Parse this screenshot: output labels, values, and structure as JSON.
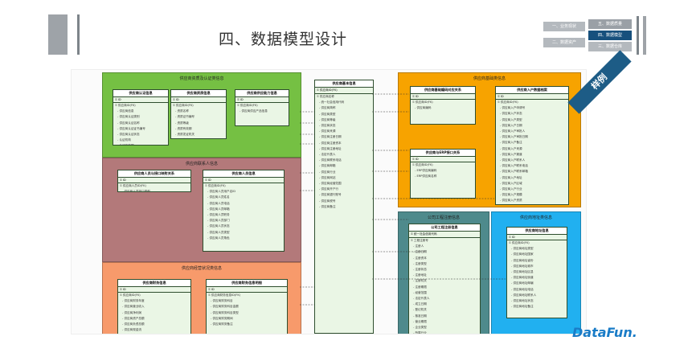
{
  "header": {
    "title": "四、数据模型设计",
    "nav": [
      {
        "label": "一、业务现状",
        "bg": "#b4b9be"
      },
      {
        "label": "二、数据资产",
        "bg": "#b4b9be"
      },
      {
        "label": "五、数据质量",
        "bg": "#9aa0a6"
      },
      {
        "label": "四、数据模型",
        "bg": "#17507d"
      },
      {
        "label": "三、数据仓库",
        "bg": "#b4b9be"
      }
    ]
  },
  "badge": "样例",
  "logo": "DataFun.",
  "diagram": {
    "groups": [
      {
        "title": "供应商资质及认证类信息",
        "color": "#75c043",
        "entities": [
          {
            "title": "供应商认证信息",
            "pk": "ID",
            "fields": [
              "供应商ID(FK)",
              "供应商信息",
              "供应商认证类别",
              "供应商认证名称",
              "供应商认证证书编号",
              "供应商认证状态",
              "认证机构",
              "认证有效期"
            ]
          },
          {
            "title": "供应商资质信息",
            "pk": "ID",
            "fields": [
              "供应商ID(FK)",
              "资质名称",
              "资质证书编号",
              "资质等级",
              "资质有效期",
              "资质发证机关",
              "资质状态"
            ]
          },
          {
            "title": "供应商供应能力信息",
            "pk": "ID",
            "fields": [
              "供应商ID(FK)",
              "供应商供应产品信息"
            ]
          }
        ]
      },
      {
        "title": "供应商联系人信息",
        "color": "#b3797a",
        "entities": [
          {
            "title": "供应商人员与接口映射关系",
            "pk": "ID",
            "fields": [
              "供应商人员ID(FK)",
              "供应商人员接口类型"
            ]
          },
          {
            "title": "供应商人员信息",
            "pk": "ID",
            "fields": [
              "供应商ID(FK)",
              "供应商人员用户名ID",
              "供应商人员姓名",
              "供应商人员电话",
              "供应商人员邮箱",
              "供应商人员职务",
              "供应商人员部门",
              "供应商人员状态",
              "供应商人员类型",
              "供应商人员角色"
            ]
          }
        ]
      },
      {
        "title": "供应商经营状况类信息",
        "color": "#f79a6b",
        "entities": [
          {
            "title": "供应商财务信息",
            "pk": "ID",
            "fields": [
              "供应商ID(FK)",
              "供应商财务年度",
              "供应商营业收入",
              "供应商净利润",
              "供应商资产总额",
              "供应商负债总额",
              "供应商现金流",
              "供应商纳税额"
            ]
          },
          {
            "title": "供应商财务信息明细",
            "pk": "ID",
            "fields": [
              "供应商财务信息ID(FK)",
              "供应商财务科目",
              "供应商财务科目金额",
              "供应商财务科目类型",
              "供应商财务期间",
              "供应商财务备注"
            ]
          }
        ]
      },
      {
        "title": "供应商基础类信息",
        "color": "#f7a300",
        "entities": [
          {
            "title": "供应商基础编码对应关系",
            "pk": "ID",
            "fields": [
              "供应商ID(FK)",
              "供应商编码"
            ]
          },
          {
            "title": "供应商入户数据档案",
            "pk": "ID",
            "fields": [
              "供应商ID(FK)",
              "供应商入户申请号",
              "供应商入户状态",
              "供应商入户类型",
              "供应商入户日期",
              "供应商入户审批人",
              "供应商入户审批日期",
              "供应商入户备注",
              "供应商入户来源",
              "供应商入户渠道",
              "供应商入户联系人",
              "供应商入户联系电话",
              "供应商入户联系邮箱",
              "供应商入户地址",
              "供应商入户区域",
              "供应商入户行业",
              "供应商入户规模",
              "供应商入户资质",
              "供应商入户等级",
              "供应商入户评分",
              "供应商入户结果"
            ]
          },
          {
            "title": "供应商与ERP接口关系",
            "pk": "ID",
            "fields": [
              "供应商ID(FK)",
              "ERP供应商编码",
              "ERP供应商名称"
            ]
          }
        ]
      },
      {
        "title": "公司工程注册信息",
        "color": "#4e8a8c",
        "entities": [
          {
            "title": "公司工程注册信息",
            "pk": "统一社会信用代码",
            "fields": [
              "工程注册号",
              "注册人",
              "注册日期",
              "注册资本",
              "注册类型",
              "注册状态",
              "注册地址",
              "注册机关",
              "注册期限",
              "经营范围",
              "法定代表人",
              "成立日期",
              "登记机关",
              "核准日期",
              "营业期限",
              "企业类型",
              "所属行业"
            ]
          }
        ]
      },
      {
        "title": "供应商地址类信息",
        "color": "#21b0f0",
        "entities": [
          {
            "title": "供应商地址信息",
            "pk": "ID",
            "fields": [
              "供应商ID(FK)",
              "供应商地址类型",
              "供应商地址国家",
              "供应商地址省份",
              "供应商地址城市",
              "供应商地址区县",
              "供应商地址街道",
              "供应商地址邮编",
              "供应商地址电话",
              "供应商地址联系人",
              "供应商地址状态",
              "供应商地址备注"
            ]
          }
        ]
      }
    ],
    "central": {
      "title": "供应商基本信息",
      "pk": "供应商ID(FK)",
      "fields": [
        "供应商名称",
        "统一社会信用代码",
        "供应商简称",
        "供应商类型",
        "供应商等级",
        "供应商状态",
        "供应商来源",
        "供应商注册日期",
        "供应商注册资本",
        "供应商注册地址",
        "法定代表人",
        "供应商联系电话",
        "供应商邮箱",
        "供应商行业",
        "供应商网站",
        "供应商经营范围",
        "供应商开户行",
        "供应商银行账号",
        "供应商税号",
        "供应商备注"
      ]
    }
  }
}
